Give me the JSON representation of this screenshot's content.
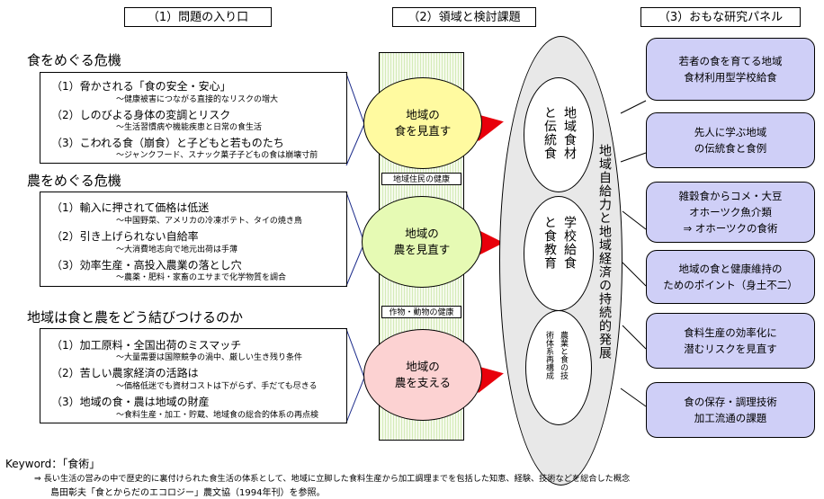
{
  "headers": [
    "（1）問題の入り口",
    "（2）領域と検討課題",
    "（3）おもな研究パネル"
  ],
  "sections": [
    {
      "title": "食をめぐる危機",
      "items": [
        {
          "main": "（1）脅かされる「食の安全・安心」",
          "sub": "～健康被害につながる直接的なリスクの増大"
        },
        {
          "main": "（2）しのびよる身体の変調とリスク",
          "sub": "～生活習慣病や機能疾患と日常の食生活"
        },
        {
          "main": "（3）こわれる食（崩食）と子どもと若ものたち",
          "sub": "～ジャンクフード、スナック菓子子どもの食は崩壊寸前"
        }
      ]
    },
    {
      "title": "農をめぐる危機",
      "items": [
        {
          "main": "（1）輸入に押されて価格は低迷",
          "sub": "～中国野菜、アメリカの冷凍ポテト、タイの焼き鳥"
        },
        {
          "main": "（2）引き上げられない自給率",
          "sub": "～大消費地志向で地元出荷は手薄"
        },
        {
          "main": "（3）効率生産・高投入農業の落とし穴",
          "sub": "～農薬・肥料・家畜のエサまで化学物質を調合"
        }
      ]
    },
    {
      "title": "地域は食と農をどう結びつけるのか",
      "items": [
        {
          "main": "（1）加工原料・全国出荷のミスマッチ",
          "sub": "～大量需要は国際競争の渦中、厳しい生き残り条件"
        },
        {
          "main": "（2）苦しい農家経済の活路は",
          "sub": "～価格低迷でも資材コストは下がらず、手だても尽きる"
        },
        {
          "main": "（3）地域の食・農は地域の財産",
          "sub": "～食料生産・加工・貯蔵、地域食の総合的体系の再点検"
        }
      ]
    }
  ],
  "domains": [
    {
      "line1": "地域の",
      "line2": "食を見直す"
    },
    {
      "line1": "地域の",
      "line2": "農を見直す"
    },
    {
      "line1": "地域の",
      "line2": "農を支える"
    }
  ],
  "band_labels": [
    "地域住民の健康",
    "作物・動物の健康"
  ],
  "big_oval_text": "地域自給力と地域経済の持続的発展",
  "inner_ovals": [
    {
      "col_right": "地域食材",
      "col_left": "と伝統食"
    },
    {
      "col_right": "学校給食",
      "col_left": "と食教育"
    },
    {
      "col_right": "農業と食の技",
      "col_left": "術体系再構成"
    }
  ],
  "panels": [
    [
      "若者の食を育てる地域",
      "食材利用型学校給食"
    ],
    [
      "先人に学ぶ地域",
      "の伝統食と食例"
    ],
    [
      "雑穀食からコメ・大豆",
      "オホーツク魚介類",
      "⇒ オホーツクの食術"
    ],
    [
      "地域の食と健康維持の",
      "ためのポイント（身土不二）"
    ],
    [
      "食料生産の効率化に",
      "潜むリスクを見直す"
    ],
    [
      "食の保存・調理技術",
      "加工流通の課題"
    ]
  ],
  "keyword": {
    "label": "Keyword：「食術」",
    "line1": "⇒ 長い生活の営みの中で歴史的に裏付けられた食生活の体系として、地域に立脚した食料生産から加工調理までを包括した知恵、経験、技術などを総合した概念",
    "line2": "島田彰夫「食とからだのエコロジー」農文協（1994年刊）を参照。"
  },
  "colors": {
    "oval1": "#fffaa0",
    "oval2": "#e6fab4",
    "oval3": "#fcd2d2",
    "big_oval": "#e8e8e8",
    "panel": "#cfcff7",
    "arrow": "#e8000b",
    "band": "#d4ebb8"
  }
}
